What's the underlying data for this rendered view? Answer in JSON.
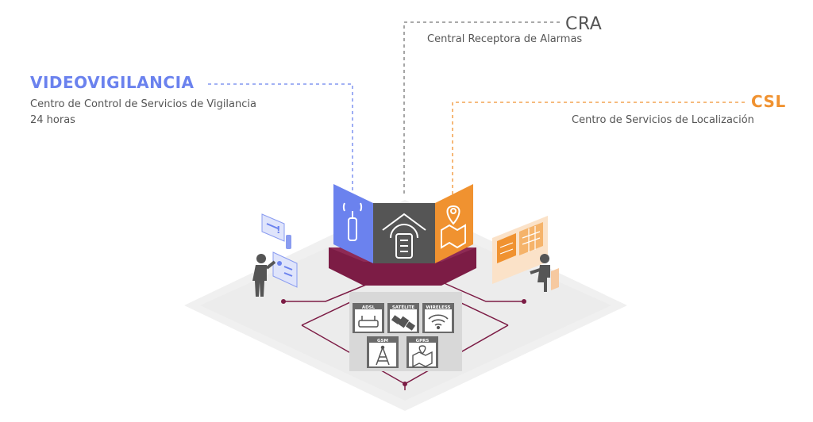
{
  "services": {
    "video": {
      "title": "VIDEOVIGILANCIA",
      "subtitle": "Centro de Control de Servicios de Vigilancia 24 horas",
      "color": "#6b82ee"
    },
    "cra": {
      "title": "CRA",
      "subtitle": "Central Receptora de Alarmas",
      "color": "#555555"
    },
    "csl": {
      "title": "CSL",
      "subtitle": "Centro de Servicios de Localización",
      "color": "#f09230"
    }
  },
  "connections": [
    {
      "label": "ADSL",
      "icon": "router-icon"
    },
    {
      "label": "SATÉLITE",
      "icon": "satellite-icon"
    },
    {
      "label": "WIRELESS",
      "icon": "wifi-icon"
    },
    {
      "label": "GSM",
      "icon": "antenna-tower-icon"
    },
    {
      "label": "GPRS",
      "icon": "map-pin-icon"
    }
  ],
  "colors": {
    "platform": "#f2f2f2",
    "base": "#7c1c45",
    "panel_video": "#6b82ee",
    "panel_cra": "#555555",
    "panel_csl": "#f09230",
    "lines": "#7c1c45"
  }
}
